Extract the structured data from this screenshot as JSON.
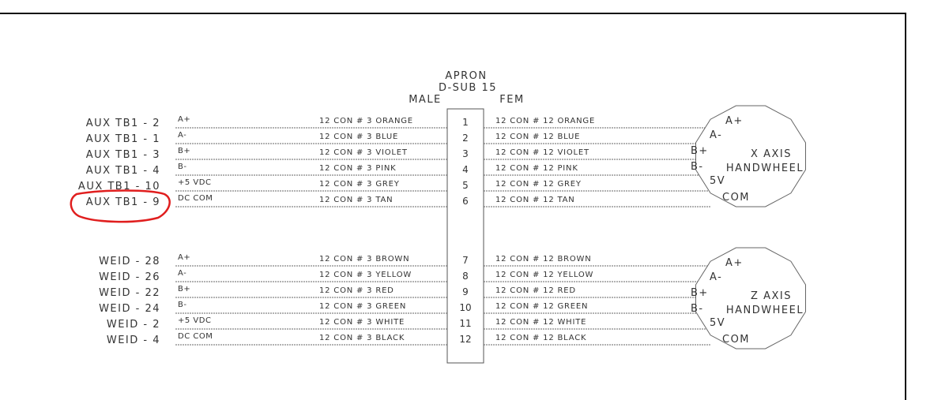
{
  "header": {
    "line1": "APRON",
    "line2": "D-SUB 15"
  },
  "connector": {
    "male": "MALE",
    "fem": "FEM"
  },
  "groups": [
    {
      "aux": [
        "AUX TB1 - 2",
        "AUX TB1 - 1",
        "AUX TB1 - 3",
        "AUX TB1 - 4",
        "AUX TB1 - 10",
        "AUX TB1 - 9"
      ],
      "signals": [
        "A+",
        "A-",
        "B+",
        "B-",
        "+5 VDC",
        "DC COM"
      ],
      "male_wires": [
        "12 CON # 3 ORANGE",
        "12 CON # 3 BLUE",
        "12 CON # 3 VIOLET",
        "12 CON # 3 PINK",
        "12 CON # 3 GREY",
        "12 CON # 3 TAN"
      ],
      "pins": [
        "1",
        "2",
        "3",
        "4",
        "5",
        "6"
      ],
      "fem_wires": [
        "12 CON # 12 ORANGE",
        "12 CON # 12 BLUE",
        "12 CON # 12 VIOLET",
        "12 CON # 12 PINK",
        "12 CON # 12 GREY",
        "12 CON # 12 TAN"
      ],
      "handwheel": {
        "line1": "X AXIS",
        "line2": "HANDWHEEL",
        "pins": [
          "A+",
          "A-",
          "B+",
          "B-",
          "5V",
          "COM"
        ]
      }
    },
    {
      "aux": [
        "WEID - 28",
        "WEID - 26",
        "WEID - 22",
        "WEID - 24",
        "WEID - 2",
        "WEID - 4"
      ],
      "signals": [
        "A+",
        "A-",
        "B+",
        "B-",
        "+5 VDC",
        "DC COM"
      ],
      "male_wires": [
        "12 CON # 3 BROWN",
        "12 CON # 3 YELLOW",
        "12 CON # 3 RED",
        "12 CON # 3 GREEN",
        "12 CON # 3 WHITE",
        "12 CON # 3 BLACK"
      ],
      "pins": [
        "7",
        "8",
        "9",
        "10",
        "11",
        "12"
      ],
      "fem_wires": [
        "12 CON # 12 BROWN",
        "12 CON # 12 YELLOW",
        "12 CON # 12 RED",
        "12 CON # 12 GREEN",
        "12 CON # 12 WHITE",
        "12 CON # 12 BLACK"
      ],
      "handwheel": {
        "line1": "Z AXIS",
        "line2": "HANDWHEEL",
        "pins": [
          "A+",
          "A-",
          "B+",
          "B-",
          "5V",
          "COM"
        ]
      }
    }
  ],
  "highlight_color": "#e01e1e"
}
